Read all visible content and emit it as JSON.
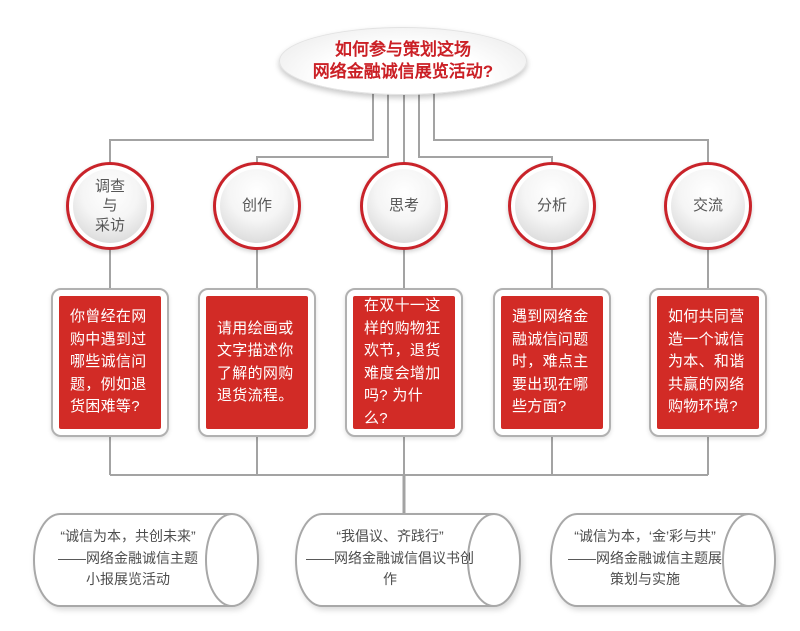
{
  "title": {
    "line1": "如何参与策划这场",
    "line2": "网络金融诚信展览活动?"
  },
  "branches": [
    {
      "circle_label": "调查\n与\n采访",
      "question": "你曾经在网购中遇到过哪些诚信问题，例如退货困难等?"
    },
    {
      "circle_label": "创作",
      "question": "请用绘画或文字描述你了解的网购退货流程。"
    },
    {
      "circle_label": "思考",
      "question": "在双十一这样的购物狂欢节，退货难度会增加吗? 为什么?"
    },
    {
      "circle_label": "分析",
      "question": "遇到网络金融诚信问题时，难点主要出现在哪些方面?"
    },
    {
      "circle_label": "交流",
      "question": "如何共同营造一个诚信为本、和谐共赢的网络购物环境?"
    }
  ],
  "outputs": [
    {
      "line1": "“诚信为本，共创未来”",
      "line2": "——网络金融诚信主题",
      "line3": "小报展览活动"
    },
    {
      "line1": "“我倡议、齐践行”",
      "line2": "——网络金融诚信倡议书创作",
      "line3": ""
    },
    {
      "line1": "“诚信为本，‘金’彩与共”",
      "line2": "——网络金融诚信主题展",
      "line3": "策划与实施"
    }
  ],
  "colors": {
    "accent_red": "#d22b26",
    "ring_red": "#c9232a",
    "title_red": "#cb2026",
    "line_gray": "#a3a3a3"
  }
}
